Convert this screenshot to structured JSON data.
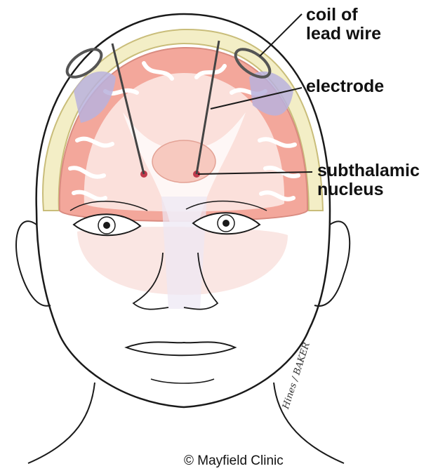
{
  "labels": {
    "coil": "coil of\nlead wire",
    "electrode": "electrode",
    "subthalamic": "subthalamic\nnucleus"
  },
  "credit": "© Mayfield Clinic",
  "signature": "Hines / BAKER",
  "colors": {
    "cortex": "#f3a79b",
    "white_matter": "#fbe3de",
    "ventricle": "#b9b2dd",
    "skull": "#f3eec6",
    "skull_edge": "#c9bd7a",
    "outline": "#1a1a1a",
    "stn": "#c0394b"
  }
}
